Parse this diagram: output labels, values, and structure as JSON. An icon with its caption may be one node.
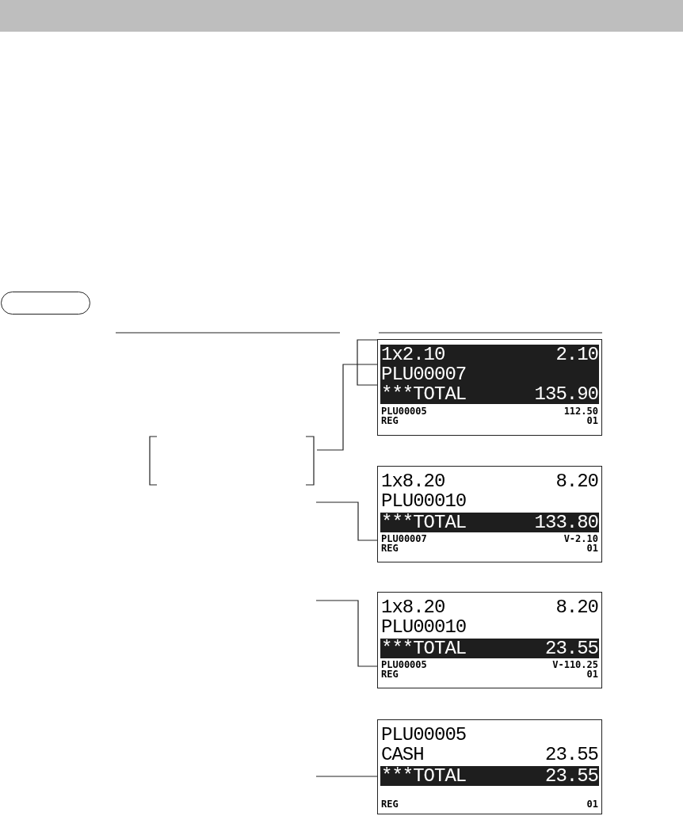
{
  "diagram": {
    "nodes": [
      {
        "text": [
          "1x2.10",
          "2.10",
          "PLU00007",
          "***TOTAL",
          "135.90",
          "PLU00005",
          "112.50",
          "REG",
          "01"
        ]
      },
      {
        "text": [
          "1x8.20",
          "8.20",
          "PLU00010",
          "***TOTAL",
          "133.80",
          "PLU00007",
          "V-2.10",
          "REG",
          "01"
        ]
      },
      {
        "text": [
          "1x8.20",
          "8.20",
          "PLU00010",
          "***TOTAL",
          "23.55",
          "PLU00005",
          "V-110.25",
          "REG",
          "01"
        ]
      },
      {
        "text": [
          "PLU00005",
          "CASH",
          "23.55",
          "***TOTAL",
          "23.55",
          "REG",
          "01"
        ]
      },
      {
        "text": [],
        "shape": "box"
      }
    ],
    "edges": [
      {
        "from": null,
        "to": 0,
        "arrow": "none"
      },
      {
        "from": null,
        "to": 1,
        "arrow": "none"
      },
      {
        "from": null,
        "to": 2,
        "arrow": "none"
      },
      {
        "from": null,
        "to": 3,
        "arrow": "none"
      }
    ]
  }
}
